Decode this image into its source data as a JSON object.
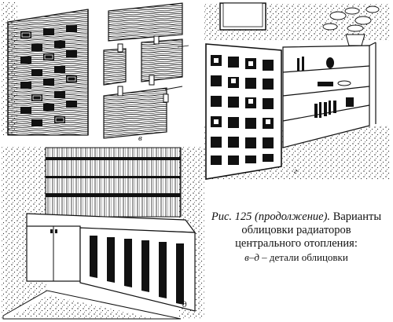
{
  "figure": {
    "caption_label": "Рис. 125 (продолжение).",
    "caption_lines": [
      "Варианты",
      "облицовки радиаторов",
      "центрального отопления:"
    ],
    "caption_sub_range": "в–д",
    "caption_sub_text": " – детали облицовки",
    "panel_labels": {
      "v": "в",
      "g": "г",
      "d": "д"
    }
  }
}
